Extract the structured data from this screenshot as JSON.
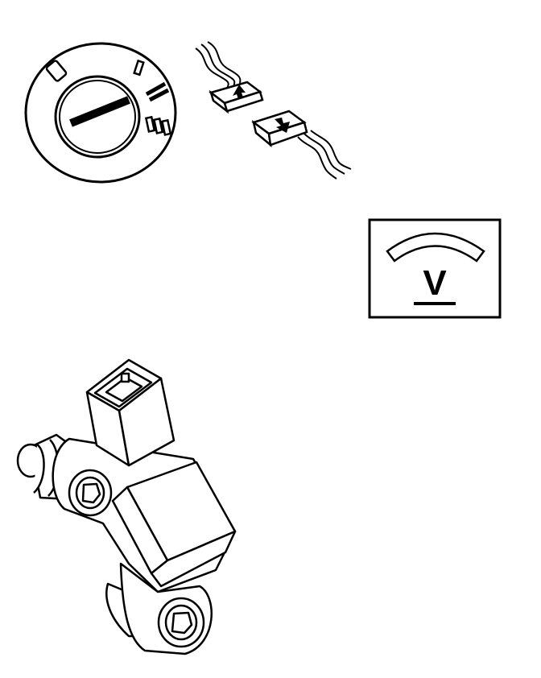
{
  "ignition_switch": {
    "positions": [
      "0",
      "I",
      "II",
      "III"
    ]
  },
  "voltmeter": {
    "symbol": "V"
  }
}
